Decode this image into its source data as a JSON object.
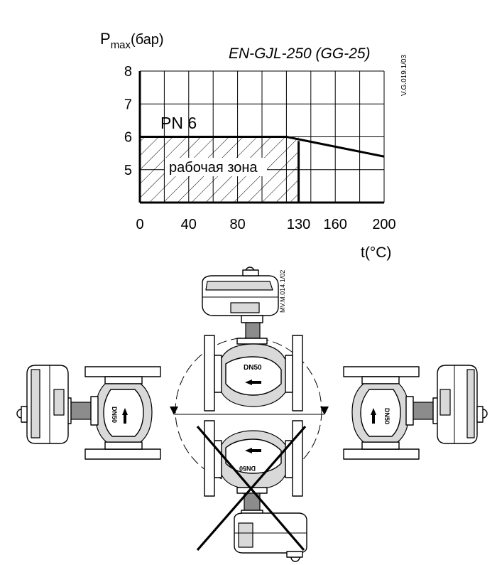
{
  "chart_data": {
    "type": "line",
    "title": "EN-GJL-250 (GG-25)",
    "ylabel_main": "P",
    "ylabel_sub": "max",
    "ylabel_unit": "(бар)",
    "xlabel": "t(°C)",
    "doc_code": "V.G.019.1/03",
    "xlim": [
      0,
      200
    ],
    "ylim": [
      4,
      8
    ],
    "x_ticks": [
      0,
      40,
      80,
      130,
      160,
      200
    ],
    "y_ticks": [
      5,
      6,
      7,
      8
    ],
    "series": [
      {
        "name": "PN 6",
        "x": [
          0,
          120,
          200
        ],
        "y": [
          6,
          6,
          5.4
        ]
      }
    ],
    "working_zone": {
      "label": "рабочая зона",
      "x_max": 130,
      "y_max": 6
    },
    "grid": true,
    "legend": "none"
  },
  "figure": {
    "doc_code": "MV.M.014.1/02",
    "forbidden_mark": "cross over inverted actuator position"
  },
  "colors": {
    "ink": "#000000",
    "valve_fill": "#d9d9d9",
    "dark": "#8c8c8c"
  },
  "icons": {
    "prohibited": "x-cross-icon",
    "arrow": "triangle-arrow-icon"
  }
}
